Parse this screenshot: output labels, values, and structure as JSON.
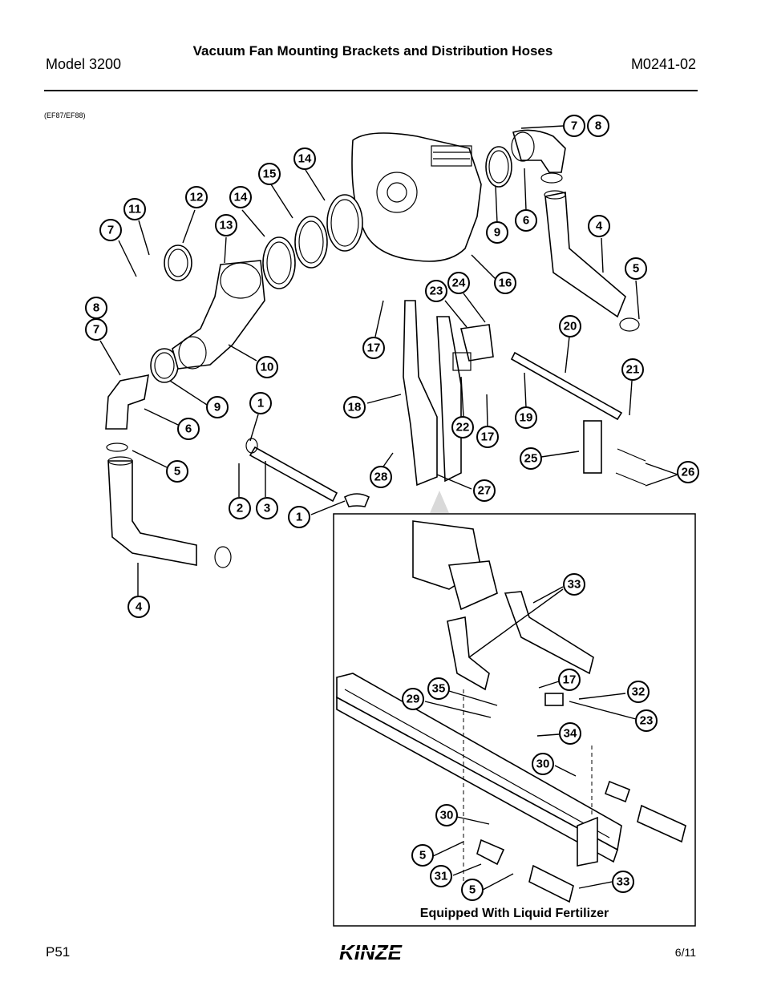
{
  "header": {
    "model": "Model 3200",
    "title": "Vacuum Fan Mounting Brackets and Distribution Hoses",
    "doc_number": "M0241-02"
  },
  "figure_code": "(EF87/EF88)",
  "inset_caption": "Equipped With Liquid Fertilizer",
  "footer": {
    "page": "P51",
    "date": "6/11",
    "brand": "KINZE"
  },
  "callouts_main": [
    "7",
    "8",
    "9",
    "6",
    "4",
    "5",
    "16",
    "14",
    "15",
    "14",
    "12",
    "11",
    "13",
    "7",
    "8",
    "7",
    "10",
    "9",
    "6",
    "5",
    "1",
    "1",
    "2",
    "3",
    "4",
    "17",
    "18",
    "23",
    "24",
    "20",
    "21",
    "19",
    "17",
    "22",
    "25",
    "26",
    "28",
    "27"
  ],
  "callouts_inset": [
    "33",
    "35",
    "17",
    "32",
    "29",
    "23",
    "34",
    "30",
    "30",
    "5",
    "31",
    "5",
    "33"
  ]
}
